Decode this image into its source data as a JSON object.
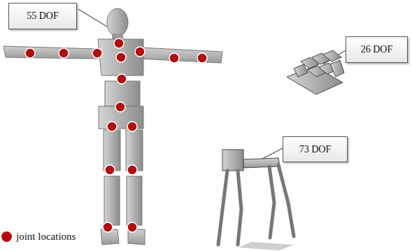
{
  "diagram": {
    "nodes": [
      {
        "text": [
          "55 DOF"
        ]
      },
      {
        "text": [
          "26 DOF"
        ]
      },
      {
        "text": [
          "73 DOF"
        ]
      }
    ],
    "legend": [
      {
        "text": "joint locations",
        "color": "#b10f0f"
      }
    ]
  }
}
